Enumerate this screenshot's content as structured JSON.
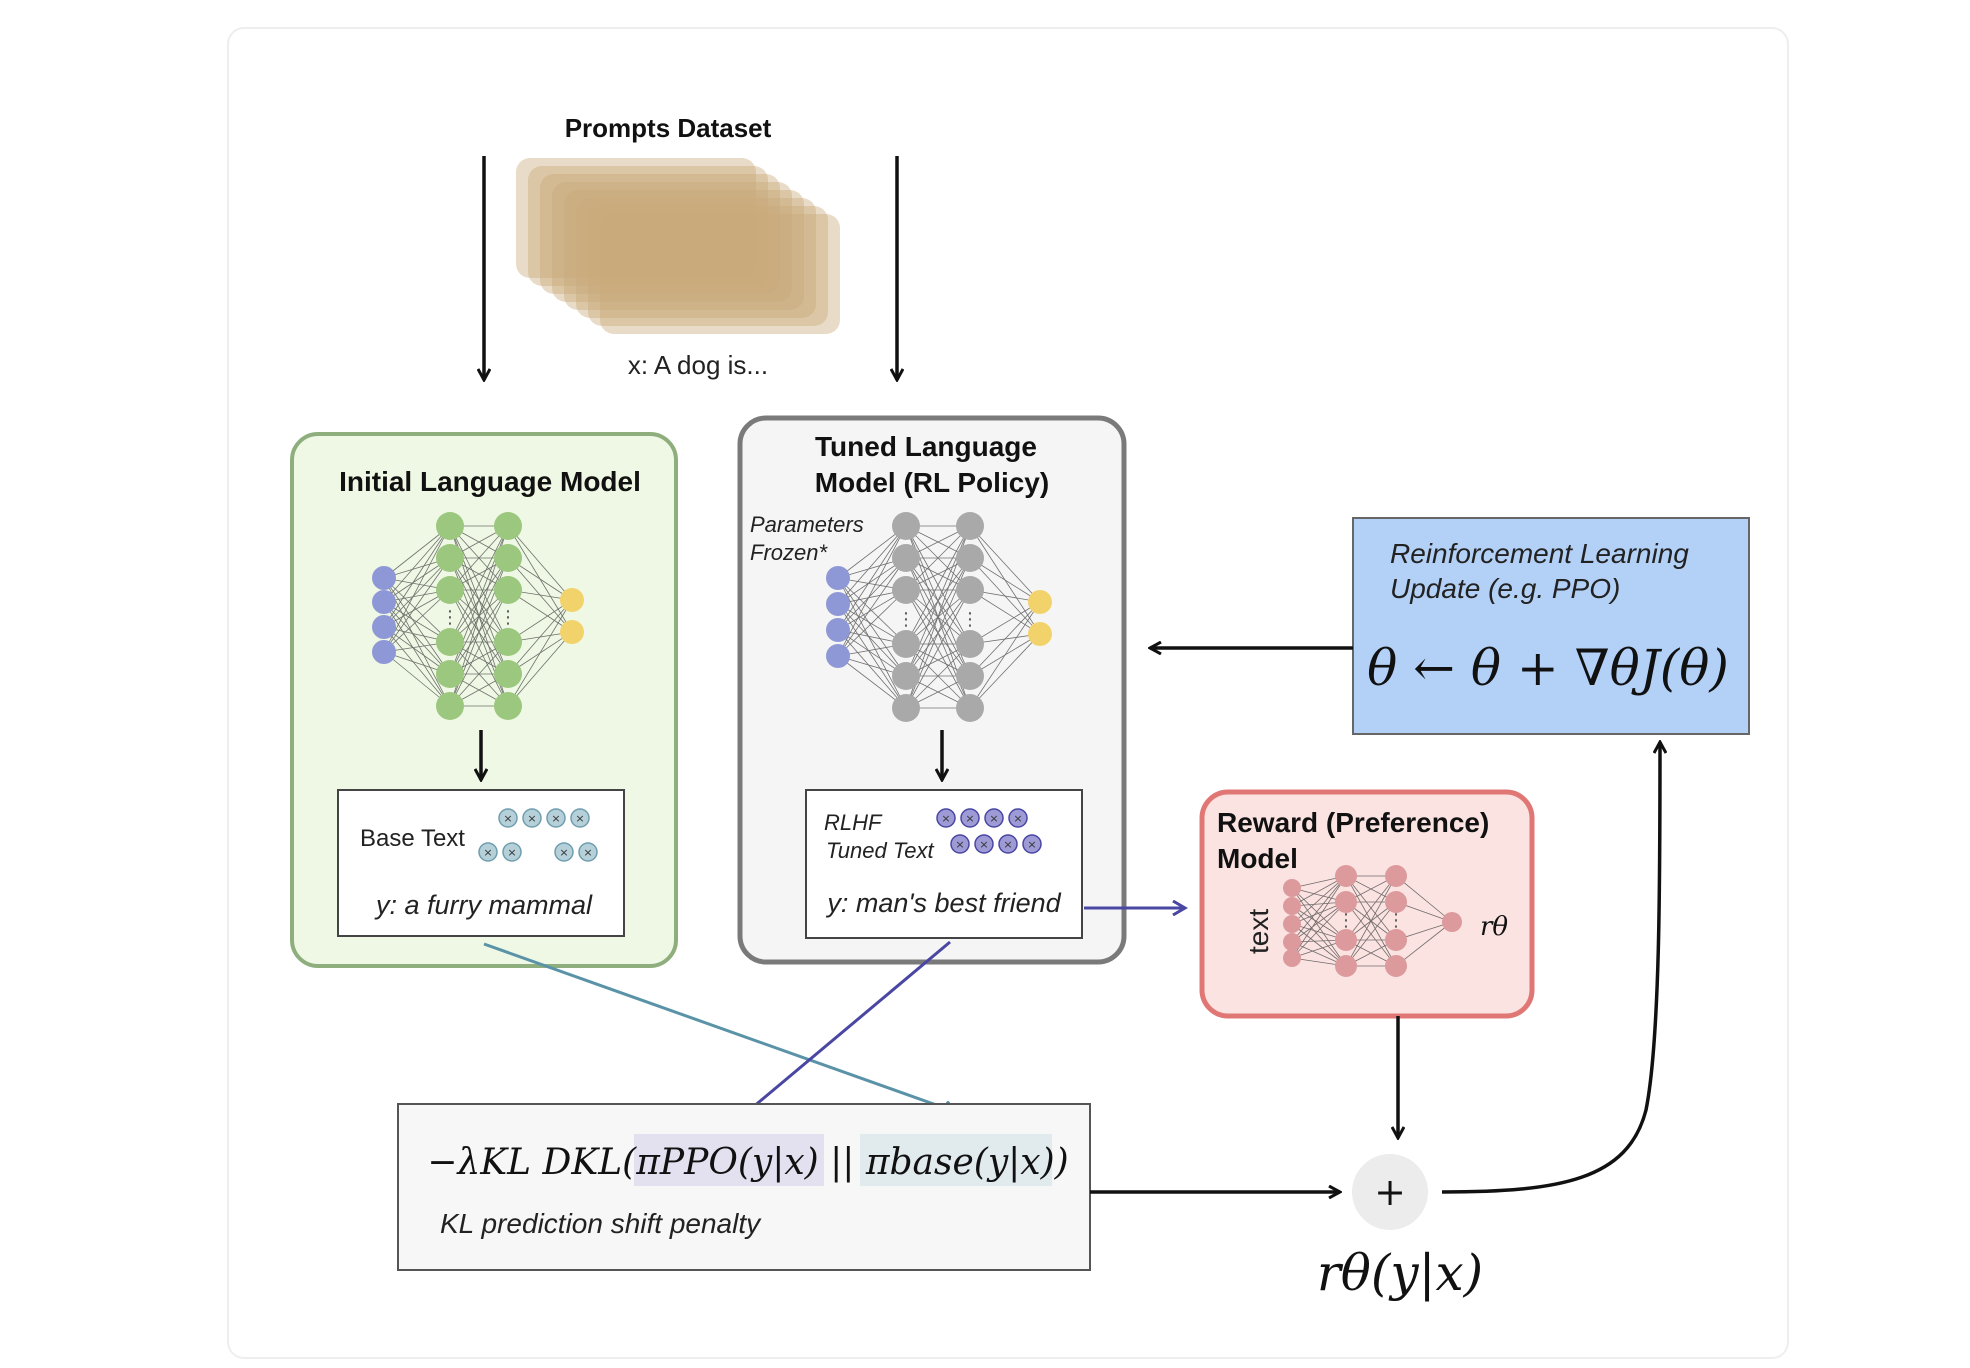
{
  "prompts": {
    "title": "Prompts Dataset",
    "sample": "x: A dog is...",
    "card_color": "#c8a97a"
  },
  "initial_model": {
    "title": "Initial Language Model",
    "output_label": "Base Text",
    "output_sample": "y: a furry mammal",
    "fill": "#eef8e4",
    "border": "#8fae7d",
    "node_color": "#9cc77f",
    "input_color": "#8e98d6",
    "output_color": "#f2d36b",
    "sample_color": "#5a93a8"
  },
  "tuned_model": {
    "title_line1": "Tuned Language",
    "title_line2": "Model (RL Policy)",
    "frozen_line1": "Parameters",
    "frozen_line2": "Frozen*",
    "output_label_line1": "RLHF",
    "output_label_line2": "Tuned Text",
    "output_sample": "y: man's best friend",
    "fill": "#f5f5f5",
    "border": "#7a7a7a",
    "node_color": "#a9a9a9",
    "frozen_color": "#a9b6ef",
    "sample_color": "#4a47a3"
  },
  "rl_update": {
    "title_line1": "Reinforcement Learning",
    "title_line2": "Update (e.g. PPO)",
    "formula": "θ ← θ + ∇θJ(θ)",
    "fill": "#b3d1f7",
    "border": "#666666"
  },
  "reward_model": {
    "title_line1": "Reward (Preference)",
    "title_line2": "Model",
    "input_label": "text",
    "output_label": "rθ",
    "fill": "#fbe3e2",
    "border": "#e07775",
    "node_color": "#dc9a9d"
  },
  "kl_penalty": {
    "formula": "−λKL DKL(πPPO(y|x) || πbase(y|x))",
    "caption": "KL prediction shift penalty"
  },
  "sum_node": {
    "symbol": "+",
    "output": "rθ(y|x)"
  }
}
